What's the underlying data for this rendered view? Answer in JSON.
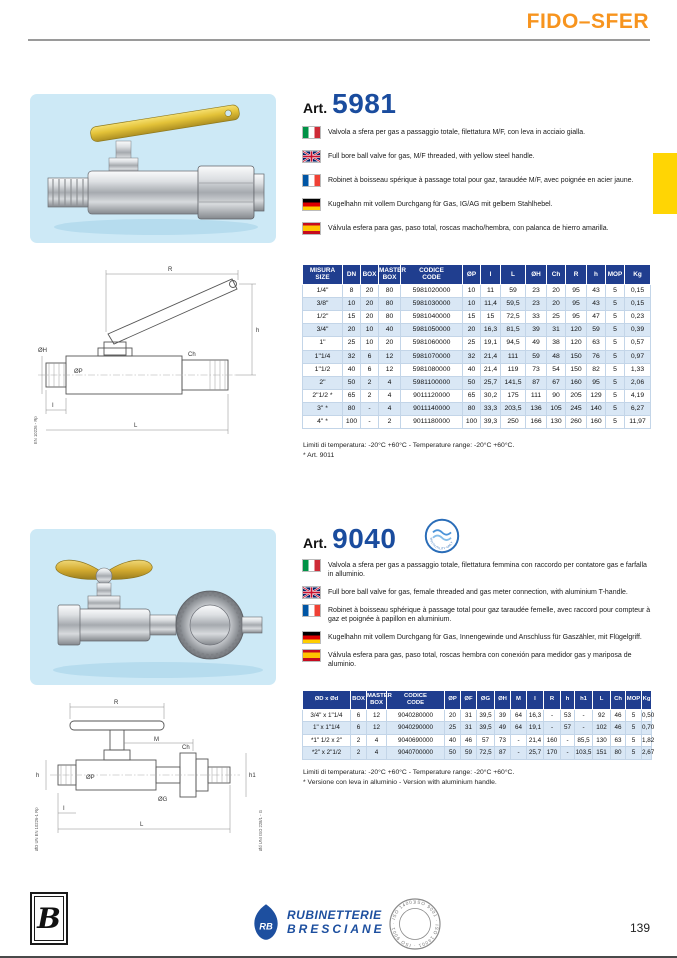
{
  "page": {
    "header_title": "FIDO–SFER",
    "page_number": "139"
  },
  "section1": {
    "art_label": "Art.",
    "art_number": "5981",
    "descriptions": [
      {
        "flag": "italy",
        "text": "Valvola a sfera per gas a passaggio totale, filettatura M/F, con leva in acciaio gialla."
      },
      {
        "flag": "uk",
        "text": "Full bore ball valve for gas, M/F threaded, with yellow steel handle."
      },
      {
        "flag": "france",
        "text": "Robinet à boisseau spérique à passage total pour gaz, taraudée M/F, avec poignée en acier jaune."
      },
      {
        "flag": "germany",
        "text": "Kugelhahn mit vollem Durchgang für Gas, IG/AG mit gelbem Stahlhebel."
      },
      {
        "flag": "spain",
        "text": "Válvula esfera para gas, paso total, roscas macho/hembra, con palanca de hierro amarilla."
      }
    ],
    "table": {
      "headers": [
        "MISURA\nSIZE",
        "DN",
        "BOX",
        "MASTER\nBOX",
        "CODICE\nCODE",
        "ØP",
        "I",
        "L",
        "ØH",
        "Ch",
        "R",
        "h",
        "MOP",
        "Kg"
      ],
      "rows": [
        [
          "1/4\"",
          "8",
          "20",
          "80",
          "5981020000",
          "10",
          "11",
          "59",
          "23",
          "20",
          "95",
          "43",
          "5",
          "0,15"
        ],
        [
          "3/8\"",
          "10",
          "20",
          "80",
          "5981030000",
          "10",
          "11,4",
          "59,5",
          "23",
          "20",
          "95",
          "43",
          "5",
          "0,15"
        ],
        [
          "1/2\"",
          "15",
          "20",
          "80",
          "5981040000",
          "15",
          "15",
          "72,5",
          "33",
          "25",
          "95",
          "47",
          "5",
          "0,23"
        ],
        [
          "3/4\"",
          "20",
          "10",
          "40",
          "5981050000",
          "20",
          "16,3",
          "81,5",
          "39",
          "31",
          "120",
          "59",
          "5",
          "0,39"
        ],
        [
          "1\"",
          "25",
          "10",
          "20",
          "5981060000",
          "25",
          "19,1",
          "94,5",
          "49",
          "38",
          "120",
          "63",
          "5",
          "0,57"
        ],
        [
          "1\"1/4",
          "32",
          "6",
          "12",
          "5981070000",
          "32",
          "21,4",
          "111",
          "59",
          "48",
          "150",
          "76",
          "5",
          "0,97"
        ],
        [
          "1\"1/2",
          "40",
          "6",
          "12",
          "5981080000",
          "40",
          "21,4",
          "119",
          "73",
          "54",
          "150",
          "82",
          "5",
          "1,33"
        ],
        [
          "2\"",
          "50",
          "2",
          "4",
          "5981100000",
          "50",
          "25,7",
          "141,5",
          "87",
          "67",
          "160",
          "95",
          "5",
          "2,06"
        ],
        [
          "2\"1/2 *",
          "65",
          "2",
          "4",
          "9011120000",
          "65",
          "30,2",
          "175",
          "111",
          "90",
          "205",
          "129",
          "5",
          "4,19"
        ],
        [
          "3\" *",
          "80",
          "-",
          "4",
          "9011140000",
          "80",
          "33,3",
          "203,5",
          "136",
          "105",
          "245",
          "140",
          "5",
          "6,27"
        ],
        [
          "4\" *",
          "100",
          "-",
          "2",
          "9011180000",
          "100",
          "39,3",
          "250",
          "166",
          "130",
          "260",
          "160",
          "5",
          "11,97"
        ]
      ],
      "red_label_rows": []
    },
    "note_temperature": "Limiti di temperatura: -20°C +60°C - Temperature range: -20°C +60°C.",
    "note_red": "* Art. 9011",
    "drawing_labels": {
      "r": "R",
      "h": "h",
      "l": "L",
      "i": "I",
      "oh": "ØH",
      "ch": "Ch",
      "op": "ØP",
      "std": "EN 10226 - Rp"
    }
  },
  "section2": {
    "art_label": "Art.",
    "art_number": "9040",
    "badge_text": "MULTIUTILITY ONLY",
    "descriptions": [
      {
        "flag": "italy",
        "text": "Valvola a sfera per gas a passaggio totale, filettatura femmina con raccordo per contatore gas e farfalla in alluminio."
      },
      {
        "flag": "uk",
        "text": "Full bore ball valve for gas, female threaded and gas meter connection, with aluminium T-handle."
      },
      {
        "flag": "france",
        "text": "Robinet à boisseau sphérique à passage total pour gaz taraudée femelle, avec raccord pour compteur à gaz et poignée à papillon en aluminium."
      },
      {
        "flag": "germany",
        "text": "Kugelhahn mit vollem Durchgang für Gas, Innengewinde und Anschluss für Gaszähler, mit Flügelgriff."
      },
      {
        "flag": "spain",
        "text": "Válvula esfera para gas, paso total, roscas hembra con conexión para medidor gas y mariposa de aluminio."
      }
    ],
    "table": {
      "headers": [
        "ØD x Ød",
        "BOX",
        "MASTER\nBOX",
        "CODICE\nCODE",
        "ØP",
        "ØF",
        "ØG",
        "ØH",
        "M",
        "I",
        "R",
        "h",
        "h1",
        "L",
        "Ch",
        "MOP",
        "Kg"
      ],
      "rows": [
        [
          "3/4\" x 1\"1/4",
          "6",
          "12",
          "9040280000",
          "20",
          "31",
          "39,5",
          "39",
          "64",
          "16,3",
          "-",
          "53",
          "-",
          "92",
          "46",
          "5",
          "0,50"
        ],
        [
          "1\" x 1\"1/4",
          "6",
          "12",
          "9040290000",
          "25",
          "31",
          "39,5",
          "49",
          "64",
          "19,1",
          "-",
          "57",
          "-",
          "102",
          "46",
          "5",
          "0,70"
        ],
        [
          "*1\" 1/2 x 2\"",
          "2",
          "4",
          "9040690000",
          "40",
          "46",
          "57",
          "73",
          "-",
          "21,4",
          "160",
          "-",
          "85,5",
          "130",
          "63",
          "5",
          "1,82"
        ],
        [
          "*2\" x 2\"1/2",
          "2",
          "4",
          "9040700000",
          "50",
          "59",
          "72,5",
          "87",
          "-",
          "25,7",
          "170",
          "-",
          "103,5",
          "151",
          "80",
          "5",
          "2,67"
        ]
      ],
      "red_label_rows": [
        2
      ]
    },
    "note_temperature": "Limiti di temperatura: -20°C +60°C - Temperature range: -20°C +60°C.",
    "note_red": "* Versione con leva in alluminio - Version with aluminium handle.",
    "drawing_labels": {
      "r": "R",
      "m": "M",
      "h": "h",
      "h1": "h1",
      "ch": "Ch",
      "l": "L",
      "i": "I",
      "op": "ØP",
      "og": "ØG",
      "std1": "ØD UN EN 10226-1 Rp",
      "std2": "Ød UNI ISO 228/1 - G"
    }
  },
  "footer": {
    "brand_line1": "RUBINETTERIE",
    "brand_line2": "BRESCIANE",
    "rb_monogram": "RB",
    "b_logo_letter": "B",
    "iso_ring_text": "ISO 9001 · ISO 14001 · ISO 9001 · ISO 14001 ·"
  }
}
